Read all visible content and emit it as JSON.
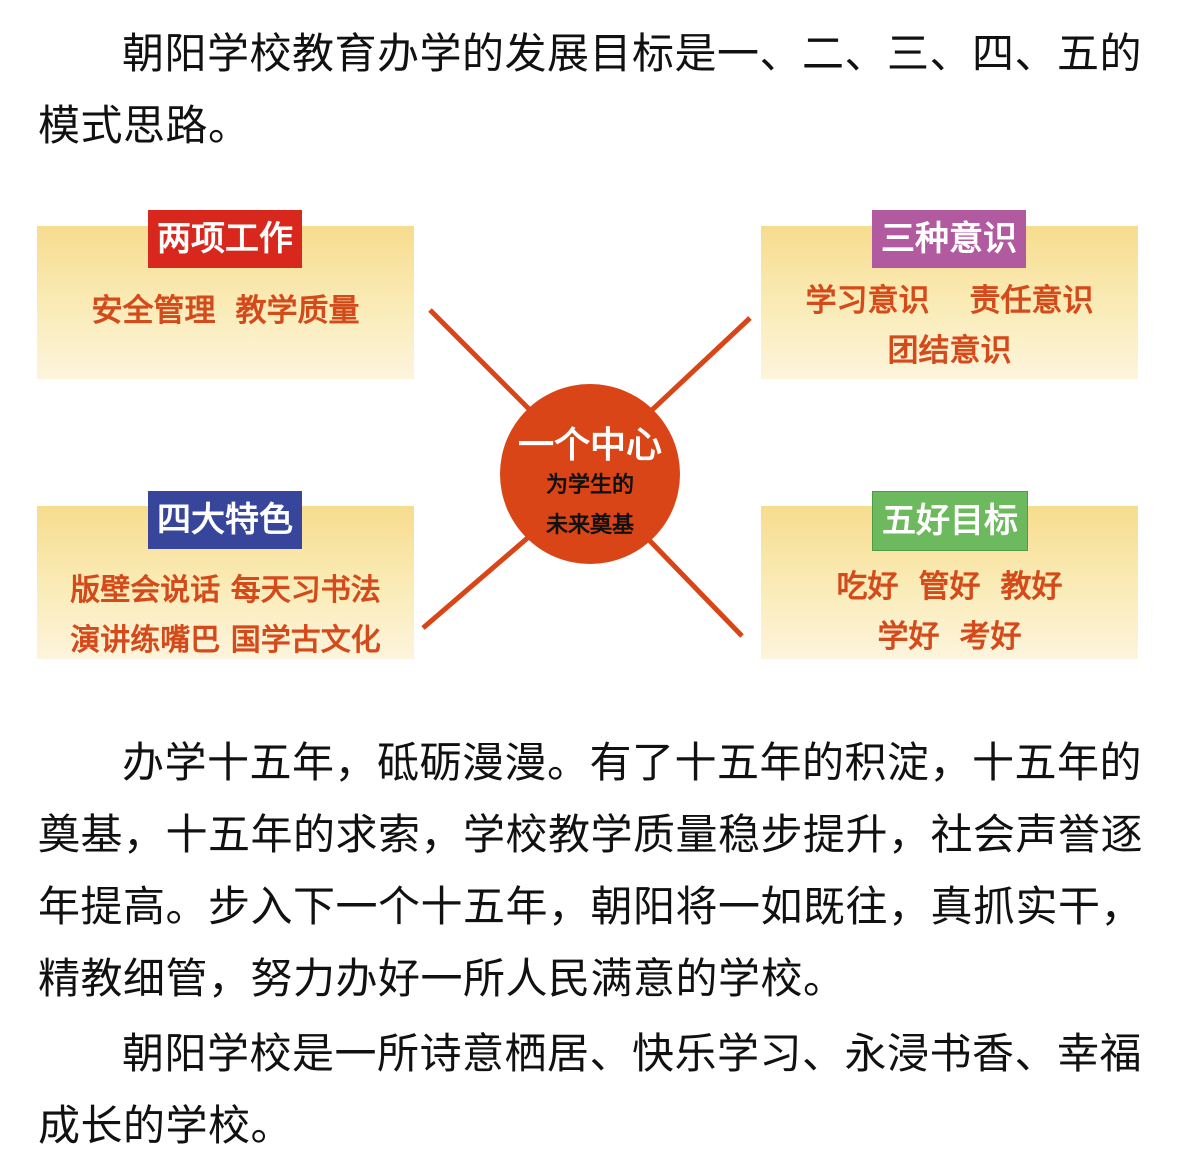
{
  "intro": {
    "text": "朝阳学校教育办学的发展目标是一、二、三、四、五的模式思路。"
  },
  "diagram": {
    "line_color": "#d94516",
    "center": {
      "title": "一个中心",
      "subtitle_line1": "为学生的",
      "subtitle_line2": "未来奠基",
      "color": "#d94516"
    },
    "two_tasks": {
      "label": "两项工作",
      "color": "#d8281e",
      "items": [
        "安全管理",
        "教学质量"
      ]
    },
    "three_awareness": {
      "label": "三种意识",
      "color": "#b25aa0",
      "items": [
        "学习意识",
        "责任意识",
        "团结意识"
      ]
    },
    "four_features": {
      "label": "四大特色",
      "color": "#37469a",
      "items": [
        "版壁会说话",
        "每天习书法",
        "演讲练嘴巴",
        "国学古文化"
      ]
    },
    "five_goals": {
      "label": "五好目标",
      "color": "#6dba5e",
      "items": [
        "吃好",
        "管好",
        "教好",
        "学好",
        "考好"
      ]
    }
  },
  "history": {
    "text": "办学十五年，砥砺漫漫。有了十五年的积淀，十五年的奠基，十五年的求索，学校教学质量稳步提升，社会声誉逐年提高。步入下一个十五年，朝阳将一如既往，真抓实干，精教细管，努力办好一所人民满意的学校。"
  },
  "closing": {
    "text": "朝阳学校是一所诗意栖居、快乐学习、永浸书香、幸福成长的学校。"
  }
}
